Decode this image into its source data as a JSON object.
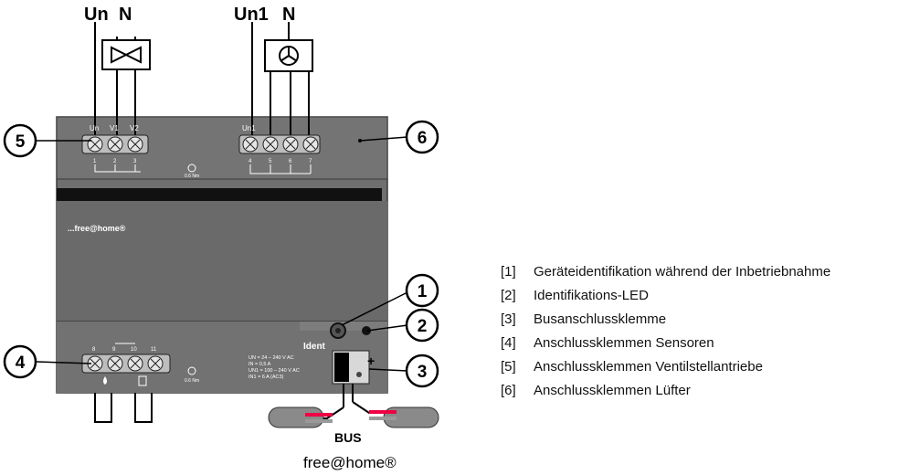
{
  "top_labels": {
    "un": "Un",
    "n_left": "N",
    "un1": "Un1",
    "n_right": "N"
  },
  "terminals_top_left": {
    "un": "Un",
    "v1": "V1",
    "v2": "V2",
    "num1": "1",
    "num2": "2",
    "num3": "3"
  },
  "terminals_top_right": {
    "un1": "Un1",
    "num4": "4",
    "num5": "5",
    "num6": "6",
    "num7": "7"
  },
  "terminals_bottom": {
    "num8": "8",
    "num9": "9",
    "num10": "10",
    "num11": "11"
  },
  "torque": {
    "top": "0.6 Nm",
    "bottom": "0.6 Nm"
  },
  "brand_on_device": "...free@home®",
  "ident_label": "Ident",
  "specs": [
    "UN = 24 – 240 V AC",
    "IN = 0,5 A",
    "UN1 = 100 – 240 V AC",
    "IN1 = 6 A (AC3)"
  ],
  "bus_label": "BUS",
  "brand_bottom": "free@home®",
  "callouts": [
    "1",
    "2",
    "3",
    "4",
    "5",
    "6"
  ],
  "legend": [
    {
      "num": "[1]",
      "text": "Geräteidentifikation während der Inbetriebnahme"
    },
    {
      "num": "[2]",
      "text": "Identifikations-LED"
    },
    {
      "num": "[3]",
      "text": "Busanschlussklemme"
    },
    {
      "num": "[4]",
      "text": "Anschlussklemmen Sensoren"
    },
    {
      "num": "[5]",
      "text": "Anschlussklemmen Ventilstellantriebe"
    },
    {
      "num": "[6]",
      "text": "Anschlussklemmen Lüfter"
    }
  ]
}
